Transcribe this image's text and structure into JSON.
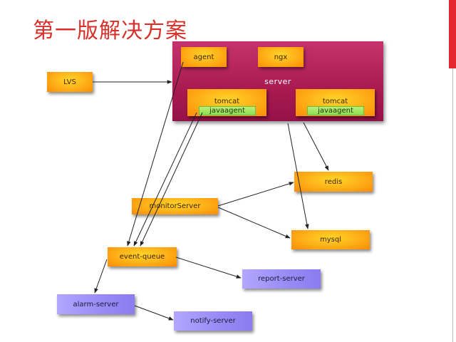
{
  "slide": {
    "title": "第一版解决方案"
  },
  "diagram": {
    "server": {
      "label": "server"
    },
    "nodes": {
      "lvs": "LVS",
      "agent": "agent",
      "ngx": "ngx",
      "tomcat1": "tomcat",
      "javaagent1": "javaagent",
      "tomcat2": "tomcat",
      "javaagent2": "javaagent",
      "redis": "redis",
      "monitor_server": "monitorServer",
      "mysql": "mysql",
      "event_queue": "event-queue",
      "report_server": "report-server",
      "alarm_server": "alarm-server",
      "notify_server": "notify-server"
    },
    "edges": [
      {
        "from": "LVS",
        "to": "server"
      },
      {
        "from": "agent",
        "to": "event-queue"
      },
      {
        "from": "tomcat (javaagent)",
        "to": "event-queue"
      },
      {
        "from": "tomcat (javaagent)",
        "to": "event-queue"
      },
      {
        "from": "tomcat",
        "to": "redis"
      },
      {
        "from": "tomcat",
        "to": "mysql"
      },
      {
        "from": "monitorServer",
        "to": "redis"
      },
      {
        "from": "monitorServer",
        "to": "mysql"
      },
      {
        "from": "event-queue",
        "to": "report-server"
      },
      {
        "from": "event-queue",
        "to": "alarm-server"
      },
      {
        "from": "alarm-server",
        "to": "notify-server"
      }
    ],
    "colors": {
      "server": "#a91a52",
      "component": "#ffb51a",
      "service": "#9a8cf5",
      "javaagent": "#8fdd52",
      "title": "#d8302a"
    }
  }
}
